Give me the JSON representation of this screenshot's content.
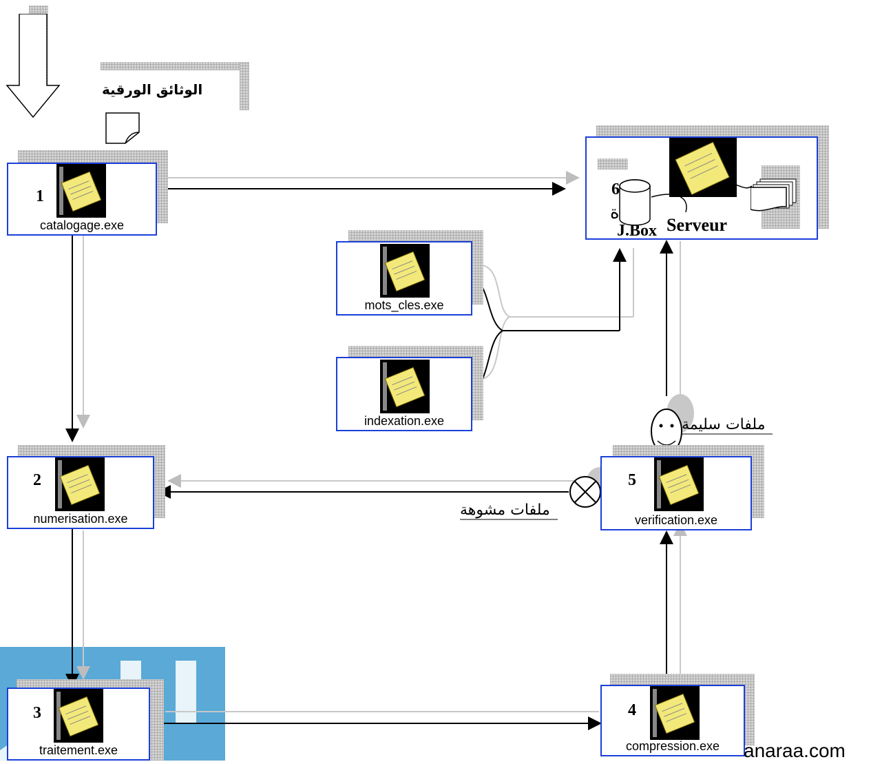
{
  "diagram": {
    "top_label": "الوثائق الورقية",
    "nodes": [
      {
        "id": "catalogage",
        "number": "1",
        "file": "catalogage.exe"
      },
      {
        "id": "numerisation",
        "number": "2",
        "file": "numerisation.exe"
      },
      {
        "id": "traitement",
        "number": "3",
        "file": "traitement.exe"
      },
      {
        "id": "compression",
        "number": "4",
        "file": "compression.exe"
      },
      {
        "id": "verification",
        "number": "5",
        "file": "verification.exe"
      },
      {
        "id": "mots_cles",
        "number": "",
        "file": "mots_cles.exe"
      },
      {
        "id": "indexation",
        "number": "",
        "file": "indexation.exe"
      }
    ],
    "server": {
      "number": "6",
      "jbox": "J.Box",
      "serveur": "Serveur",
      "fragment": "ة"
    },
    "labels": {
      "ok_files": "ملفات سليمة",
      "bad_files": "ملفات مشوهة"
    },
    "watermark_text": "anaraa.com"
  }
}
